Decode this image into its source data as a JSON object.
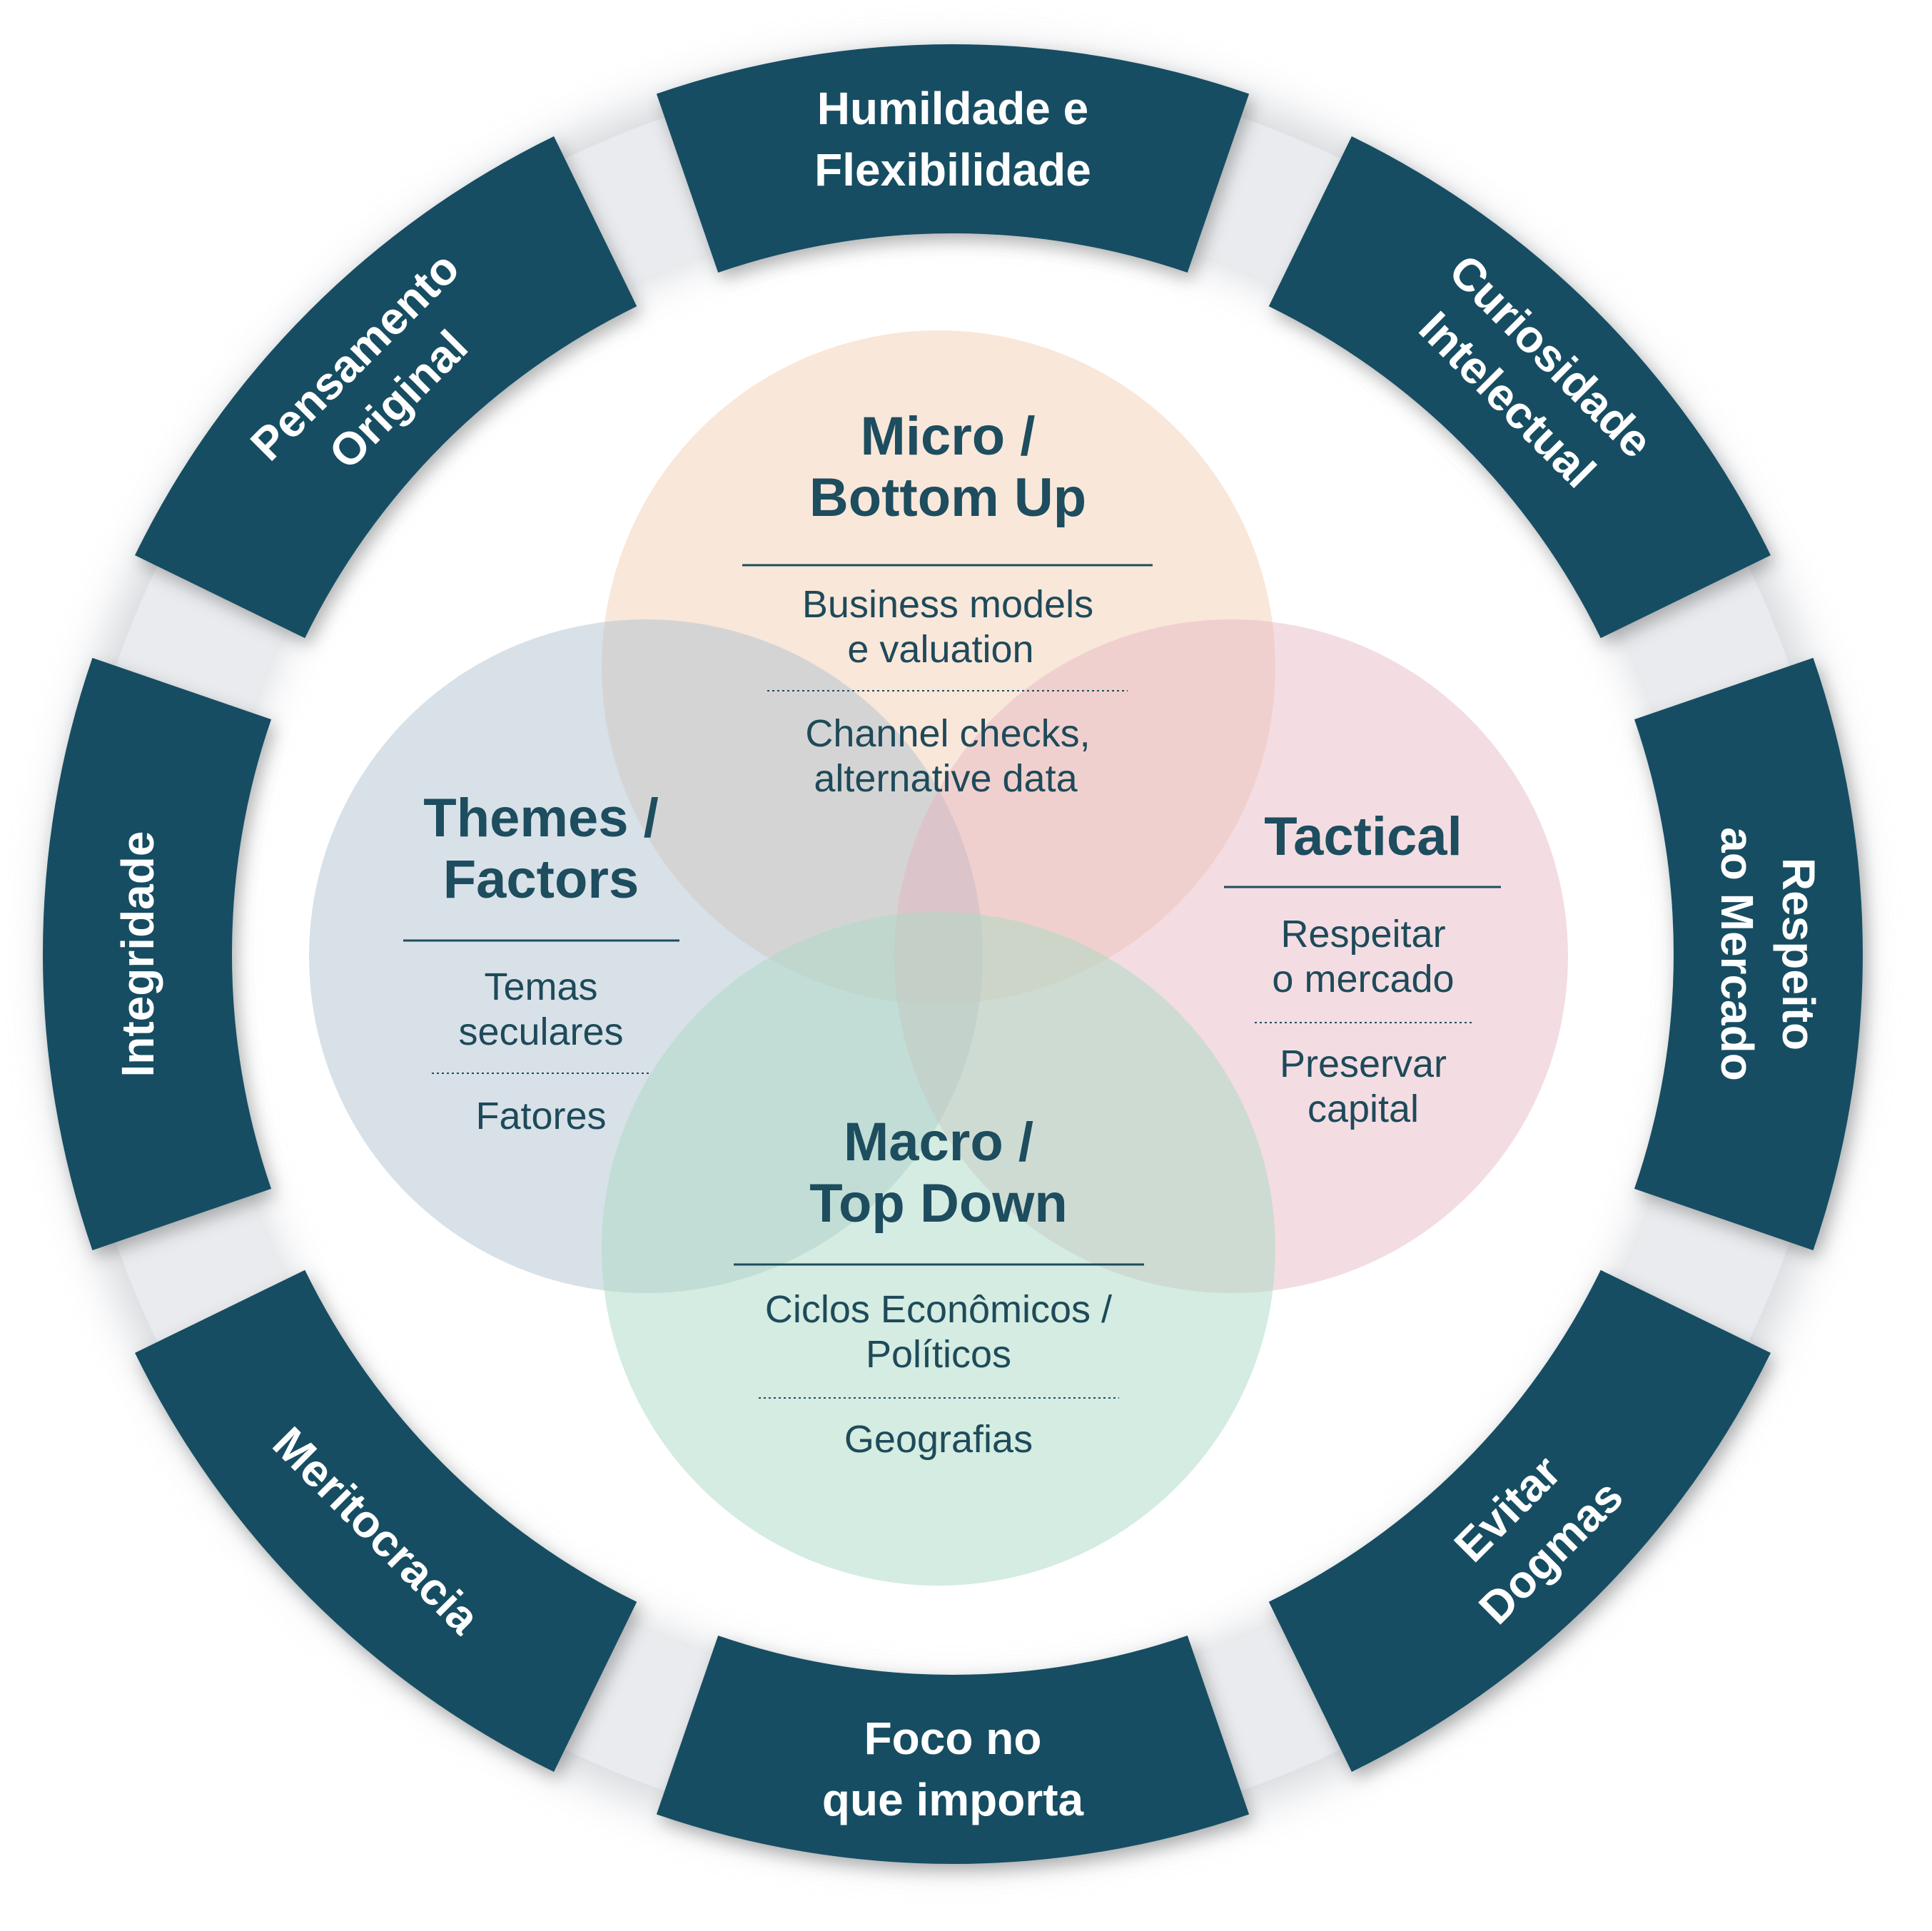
{
  "colors": {
    "ring_segment": "#174e62",
    "ring_text": "#ffffff",
    "micro_circle": "#f3cfb5",
    "themes_circle": "#a9bccc",
    "tactical_circle": "#e4b3bf",
    "macro_circle": "#a9d9c4",
    "inner_text": "#1d4d5e"
  },
  "ring": {
    "segments": [
      {
        "id": "humildade",
        "lines": [
          "Humildade e",
          "Flexibilidade"
        ]
      },
      {
        "id": "curiosidade",
        "lines": [
          "Curiosidade",
          "Intelectual"
        ]
      },
      {
        "id": "respeito",
        "lines": [
          "Respeito",
          "ao Mercado"
        ]
      },
      {
        "id": "evitar",
        "lines": [
          "Evitar",
          "Dogmas"
        ]
      },
      {
        "id": "foco",
        "lines": [
          "Foco no",
          "que importa"
        ]
      },
      {
        "id": "meritocracia",
        "lines": [
          "Meritocracia"
        ]
      },
      {
        "id": "integridade",
        "lines": [
          "Integridade"
        ]
      },
      {
        "id": "pensamento",
        "lines": [
          "Pensamento",
          "Original"
        ]
      }
    ]
  },
  "circles": {
    "micro": {
      "title": [
        "Micro /",
        "Bottom Up"
      ],
      "groups": [
        [
          "Business models",
          "e valuation"
        ],
        [
          "Channel checks,",
          "alternative data"
        ]
      ]
    },
    "themes": {
      "title": [
        "Themes /",
        "Factors"
      ],
      "groups": [
        [
          "Temas",
          "seculares"
        ],
        [
          "Fatores"
        ]
      ]
    },
    "tactical": {
      "title": [
        "Tactical"
      ],
      "groups": [
        [
          "Respeitar",
          "o mercado"
        ],
        [
          "Preservar",
          "capital"
        ]
      ]
    },
    "macro": {
      "title": [
        "Macro /",
        "Top Down"
      ],
      "groups": [
        [
          "Ciclos Econômicos /",
          "Políticos"
        ],
        [
          "Geografias"
        ]
      ]
    }
  }
}
